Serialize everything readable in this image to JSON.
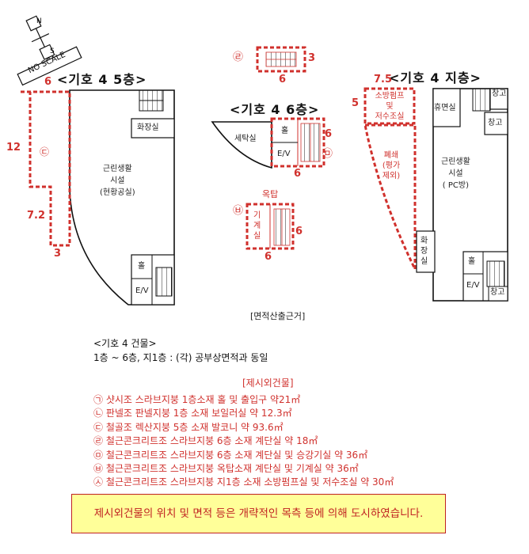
{
  "compass": {
    "north": "N",
    "south": "S",
    "scale": "NO SCALE"
  },
  "plans": {
    "f5": {
      "title": "<기호 4  5층>",
      "main_room": [
        "근린생활",
        "시설",
        "(현황공실)"
      ],
      "restroom": "화장실",
      "hall": "홀",
      "ev": "E/V",
      "ext_symbol": "㉢",
      "dims": {
        "top": "6",
        "left": "12",
        "left_lower": "7.2",
        "bottom": "3"
      }
    },
    "f6": {
      "title": "<기호 4  6층>",
      "tax_room": "세탁실",
      "hall": "홀",
      "ev": "E/V",
      "ext_symbol": "㉤",
      "dims": {
        "right": "6",
        "bottom": "6"
      }
    },
    "top_ext": {
      "symbol": "㉣",
      "dims": {
        "right": "3",
        "bottom": "6"
      }
    },
    "roof": {
      "label": "옥탑",
      "symbol": "㉥",
      "machine": [
        "기",
        "계",
        "실"
      ],
      "dims": {
        "right": "6",
        "bottom": "6"
      }
    },
    "b1": {
      "title": "<기호 4  지층>",
      "pump": [
        "소방펌프",
        "및",
        "저수조실"
      ],
      "closed": [
        "폐쇄",
        "(평가",
        "제외)"
      ],
      "boiler": "휴면실",
      "storage1": "창고",
      "storage2": "창고",
      "storage3": "창고",
      "main_room": [
        "근린생활",
        "시설",
        "( PC방)"
      ],
      "restroom": [
        "화",
        "장",
        "실"
      ],
      "hall": "홀",
      "ev": "E/V",
      "dims": {
        "top": "7.5",
        "left": "5"
      }
    }
  },
  "caption": "[면적산출근거]",
  "building": {
    "title": "<기호 4 건물>",
    "desc": "1층 ~ 6층, 지1층 : (각) 공부상면적과 동일"
  },
  "exclusions": {
    "title": "[제시외건물]",
    "items": [
      "㉠ 샷시조 스라브지붕  1층소재 홀 및 출입구 약21㎡",
      "㉡ 판넬조 판넬지붕 1층 소재 보일러실 약 12.3㎡",
      "㉢ 철골조 렉산지붕 5층 소재 발코니 약 93.6㎡",
      "㉣ 철근콘크리트조 스라브지붕 6층 소재 계단실 약 18㎡",
      "㉤ 철근콘크리트조 스라브지붕 6층 소재 계단실 및 승강기실 약 36㎡",
      "㉥ 철근콘크리트조 스라브지붕 옥탑소재 계단실 및 기계실 약 36㎡",
      "㉦ 철근콘크리트조 스라브지붕 지1층 소재 소방펌프실 및 저수조실 약 30㎡"
    ]
  },
  "note": "제시외건물의 위치 및 면적 등은 개략적인 목측 등에 의해 도시하였습니다.",
  "colors": {
    "accent_red": "#d0312d",
    "note_bg": "#ffff99",
    "line": "#111111"
  }
}
